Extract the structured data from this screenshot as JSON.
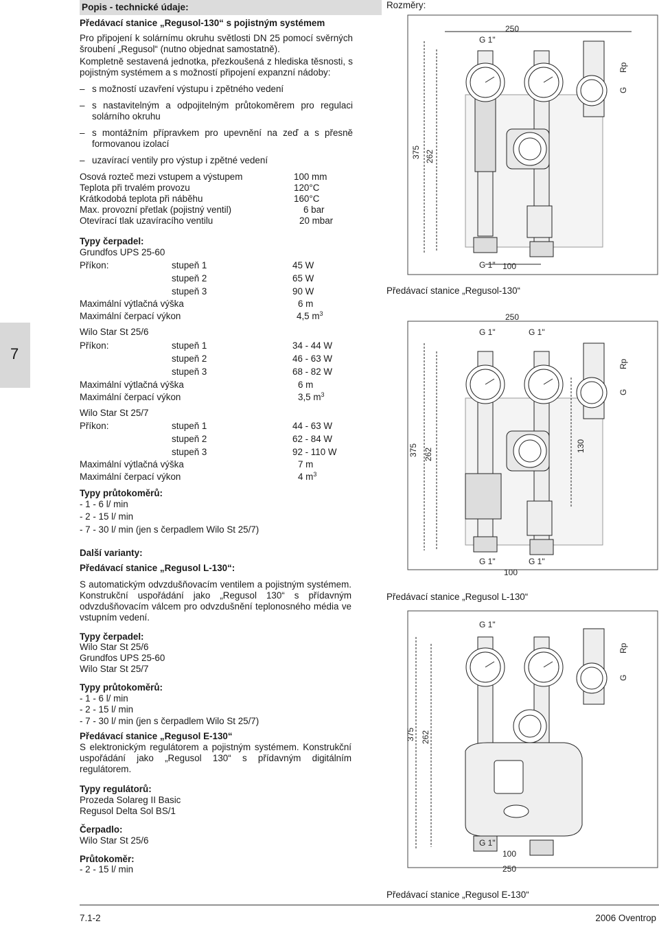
{
  "header": {
    "title": "Popis - technické údaje:"
  },
  "section_tab": "7",
  "intro": {
    "heading": "Předávací stanice „Regusol-130“ s pojistným systémem",
    "p1": "Pro připojení k solárnímu okruhu světlosti DN 25 pomocí svěrných šroubení „Regusol“ (nutno objednat samostatně).",
    "p2": "Kompletně sestavená jednotka, přezkoušená z hlediska těsnosti, s pojistným systémem a s možností připojení expanzní nádoby:",
    "bullets": [
      "s možností uzavření výstupu i zpětného vedení",
      "s nastavitelným a odpojitelným průtokoměrem pro regulaci solárního okruhu",
      "s montážním přípravkem pro upevnění na zeď a s přesně formovanou izolací",
      "uzavírací ventily pro výstup i zpětné vedení"
    ]
  },
  "specs": [
    {
      "label": "Osová rozteč mezi vstupem a výstupem",
      "value": "100 mm"
    },
    {
      "label": "Teplota při trvalém provozu",
      "value": "120°C"
    },
    {
      "label": "Krátkodobá teplota při náběhu",
      "value": "160°C"
    },
    {
      "label": "Max. provozní přetlak (pojistný ventil)",
      "value": "6 bar"
    },
    {
      "label": "Otevírací tlak uzavíracího ventilu",
      "value": "20 mbar"
    }
  ],
  "pumps": {
    "heading": "Typy čerpadel:",
    "p1_name": "Grundfos UPS 25-60",
    "p2_name": "Wilo Star St 25/6",
    "p3_name": "Wilo Star St 25/7",
    "prikon": "Příkon:",
    "stupen1": "stupeň 1",
    "stupen2": "stupeň 2",
    "stupen3": "stupeň 3",
    "vyska": "Maximální výtlačná výška",
    "vykon": "Maximální čerpací výkon",
    "m3": "3",
    "p1_vals": [
      "45 W",
      "65 W",
      "90 W",
      "6 m",
      "4,5 m"
    ],
    "p2_vals": [
      "34 - 44 W",
      "46 - 63 W",
      "68 - 82 W",
      "6 m",
      "3,5 m"
    ],
    "p3_vals": [
      "44 - 63 W",
      "62 - 84 W",
      "92 - 110 W",
      "7 m",
      "4 m"
    ]
  },
  "flow": {
    "heading": "Typy průtokoměrů:",
    "items": [
      "- 1 - 6 l/ min",
      "- 2 - 15 l/ min",
      "- 7 - 30 l/ min (jen s čerpadlem Wilo St 25/7)"
    ]
  },
  "variants": {
    "heading": "Další varianty:",
    "l130_heading": "Předávací stanice „Regusol L-130“:",
    "l130_text": "S automatickým odvzdušňovacím ventilem a pojistným systémem. Konstrukční uspořádání jako „Regusol 130“ s přídavným odvzdušňovacím válcem pro odvzdušnění teplonosného média ve vstupním vedení.",
    "pumps_heading": "Typy čerpadel:",
    "pumps": [
      "Wilo Star St 25/6",
      "Grundfos UPS 25-60",
      "Wilo Star St 25/7"
    ],
    "flow_heading": "Typy průtokoměrů:",
    "flow": [
      "- 1 - 6 l/ min",
      "- 2 - 15 l/ min",
      "- 7 - 30 l/ min (jen s čerpadlem Wilo St 25/7)"
    ],
    "e130_heading": "Předávací stanice „Regusol E-130“",
    "e130_text": "S elektronickým regulátorem a pojistným systémem. Konstrukční uspořádání jako „Regusol 130“ s přídavným digitálním regulátorem.",
    "reg_heading": "Typy regulátorů:",
    "regs": [
      "Prozeda Solareg II Basic",
      "Regusol Delta Sol BS/1"
    ],
    "pump_heading": "Čerpadlo:",
    "pump": "Wilo Star St 25/6",
    "meter_heading": "Průtokoměr:",
    "meter": "- 2 - 15 l/ min"
  },
  "diagrams": {
    "rozmery": "Rozměry:",
    "g1": "G 1\"",
    "rp": "Rp",
    "g34": "G",
    "d250": "250",
    "d100": "100",
    "d375": "375",
    "d262": "262",
    "d130": "130",
    "cap1": "Předávací stanice „Regusol-130“",
    "cap2": "Předávací stanice „Regusol L-130“",
    "cap3": "Předávací stanice „Regusol E-130“"
  },
  "footer": {
    "left": "7.1-2",
    "right": "2006 Oventrop"
  }
}
